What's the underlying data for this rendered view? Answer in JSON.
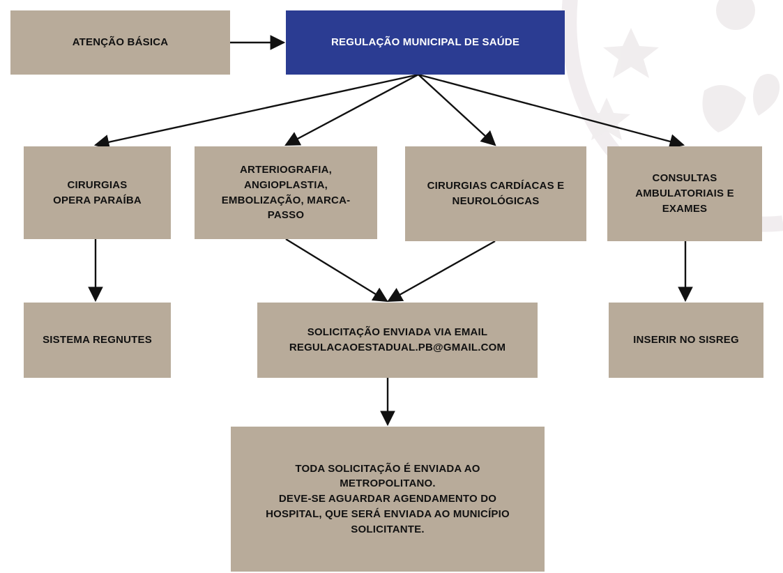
{
  "diagram": {
    "nodes": {
      "atencao_basica": "ATENÇÃO BÁSICA",
      "regulacao_municipal": "REGULAÇÃO MUNICIPAL DE SAÚDE",
      "cirurgias_opera": "CIRURGIAS\nOPERA PARAÍBA",
      "arteriografia": "ARTERIOGRAFIA,\nANGIOPLASTIA,\nEMBOLIZAÇÃO, MARCA-\nPASSO",
      "cirurgias_cardiacas": "CIRURGIAS CARDÍACAS E\nNEUROLÓGICAS",
      "consultas": "CONSULTAS\nAMBULATORIAIS E\nEXAMES",
      "sistema_regnutes": "SISTEMA REGNUTES",
      "solicitacao_email": "SOLICITAÇÃO ENVIADA VIA EMAIL\nREGULACAOESTADUAL.PB@GMAIL.COM",
      "inserir_sisreg": "INSERIR NO SISREG",
      "toda_solicitacao": "TODA SOLICITAÇÃO É ENVIADA AO\nMETROPOLITANO.\nDEVE-SE AGUARDAR AGENDAMENTO DO\nHOSPITAL, QUE SERÁ ENVIADA AO MUNICÍPIO\nSOLICITANTE."
    },
    "edges": [
      [
        "atencao_basica",
        "regulacao_municipal"
      ],
      [
        "regulacao_municipal",
        "cirurgias_opera"
      ],
      [
        "regulacao_municipal",
        "arteriografia"
      ],
      [
        "regulacao_municipal",
        "cirurgias_cardiacas"
      ],
      [
        "regulacao_municipal",
        "consultas"
      ],
      [
        "cirurgias_opera",
        "sistema_regnutes"
      ],
      [
        "arteriografia",
        "solicitacao_email"
      ],
      [
        "cirurgias_cardiacas",
        "solicitacao_email"
      ],
      [
        "consultas",
        "inserir_sisreg"
      ],
      [
        "solicitacao_email",
        "toda_solicitacao"
      ]
    ],
    "colors": {
      "box_fill": "#b8ab9a",
      "highlight_fill": "#2b3c92",
      "highlight_text": "#ffffff",
      "text": "#111111",
      "arrow": "#111111"
    }
  }
}
